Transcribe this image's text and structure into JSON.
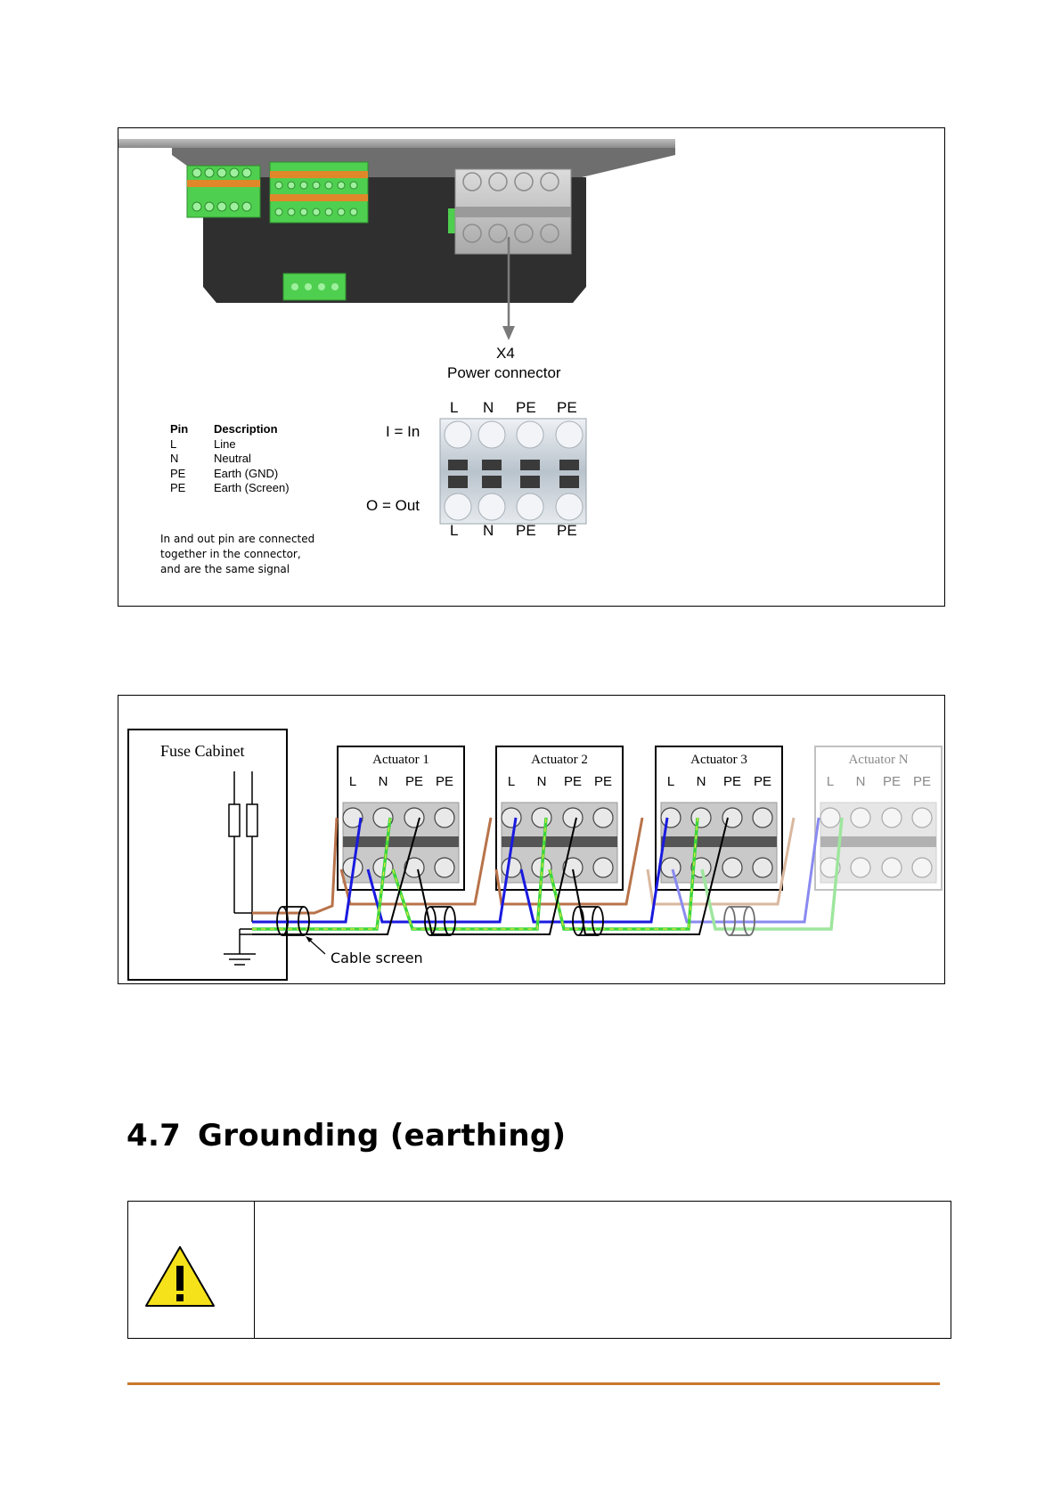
{
  "figure1": {
    "callout_id": "X4",
    "callout_name": "Power connector",
    "pin_top_labels": [
      "L",
      "N",
      "PE",
      "PE"
    ],
    "pin_bottom_labels": [
      "L",
      "N",
      "PE",
      "PE"
    ],
    "in_label": "I = In",
    "out_label": "O = Out",
    "table_header_pin": "Pin",
    "table_header_desc": "Description",
    "table_rows": [
      {
        "pin": "L",
        "desc": "Line"
      },
      {
        "pin": "N",
        "desc": "Neutral"
      },
      {
        "pin": "PE",
        "desc": "Earth (GND)"
      },
      {
        "pin": "PE",
        "desc": "Earth (Screen)"
      }
    ],
    "note_lines": [
      "In and out pin are connected",
      "together in the connector,",
      "and are the same signal"
    ]
  },
  "figure2": {
    "fuse_cabinet_label": "Fuse Cabinet",
    "actuators": [
      {
        "name": "Actuator 1"
      },
      {
        "name": "Actuator 2"
      },
      {
        "name": "Actuator 3"
      },
      {
        "name": "Actuator N"
      }
    ],
    "terminal_labels": [
      "L",
      "N",
      "PE",
      "PE"
    ],
    "cable_screen_label": "Cable screen",
    "colors": {
      "line": "#b8734a",
      "neutral": "#1a1ae0",
      "earth": "#3cd63c",
      "earth_stripe": "#e8e83c",
      "screen": "#000000"
    }
  },
  "section": {
    "number": "4.7",
    "title": "Grounding (earthing)"
  },
  "warning": {
    "icon": "warning-triangle-icon",
    "icon_color": "#f5e21a"
  },
  "footer": {
    "rule_color": "#c8782c"
  }
}
